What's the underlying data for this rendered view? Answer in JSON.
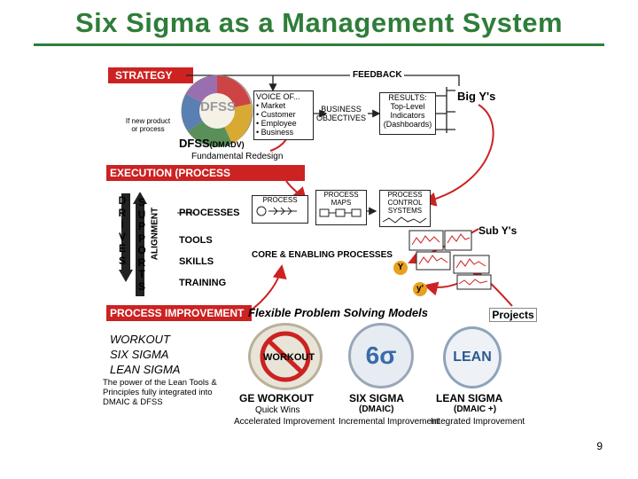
{
  "title": "Six Sigma as a Management System",
  "strategy": {
    "label": "STRATEGY",
    "feedback": "FEEDBACK",
    "wheel_text": "DFSS",
    "new_product": "If new product\nor process",
    "voice_of": "VOICE OF...",
    "voices": [
      "• Market",
      "• Customer",
      "• Employee",
      "• Business"
    ],
    "business_objectives": "BUSINESS\nOBJECTIVES",
    "results": "RESULTS:\nTop-Level\nIndicators\n(Dashboards)",
    "big_ys": "Big Y's",
    "dfss": "DFSS",
    "dmadv": "(DMADV)",
    "redesign": "Fundamental Redesign"
  },
  "execution": {
    "label": "EXECUTION (PROCESS MANAGEMENT)",
    "drives_letters": [
      "D",
      "R",
      "I",
      "V",
      "E",
      "S"
    ],
    "supports_letters": [
      "S",
      "U",
      "P",
      "P",
      "O",
      "R",
      "T",
      "S"
    ],
    "alignment": "ALIGNMENT",
    "processes": "PROCESSES",
    "tools": "TOOLS",
    "skills": "SKILLS",
    "training": "TRAINING",
    "process_box": "PROCESS",
    "process_maps": "PROCESS\nMAPS",
    "process_control": "PROCESS\nCONTROL\nSYSTEMS",
    "sub_ys": "Sub Y's",
    "core_enabling": "CORE & ENABLING PROCESSES",
    "y_label": "Y",
    "y_prime": "y'"
  },
  "improvement": {
    "label": "PROCESS IMPROVEMENT",
    "flexible": "Flexible Problem Solving Models",
    "projects": "Projects",
    "methods": [
      "WORKOUT",
      "SIX SIGMA",
      "LEAN SIGMA"
    ],
    "lean_note": "The power of the Lean Tools &\nPrinciples fully integrated into\nDMAIC & DFSS",
    "workout_logo": "WORKOUT",
    "sixsigma_logo": "6σ",
    "lean_logo": "LEAN",
    "ge_workout": "GE WORKOUT",
    "quick_wins": "Quick Wins",
    "accelerated": "Accelerated Improvement",
    "six_sigma": "SIX SIGMA",
    "dmaic": "(DMAIC)",
    "incremental": "Incremental Improvement",
    "lean_sigma": "LEAN SIGMA",
    "dmaic_plus": "(DMAIC +)",
    "integrated": "Integrated Improvement"
  },
  "page_number": "9",
  "colors": {
    "title_green": "#2e7d3a",
    "banner_red": "#cc2222",
    "arrow_red": "#cc2222"
  }
}
